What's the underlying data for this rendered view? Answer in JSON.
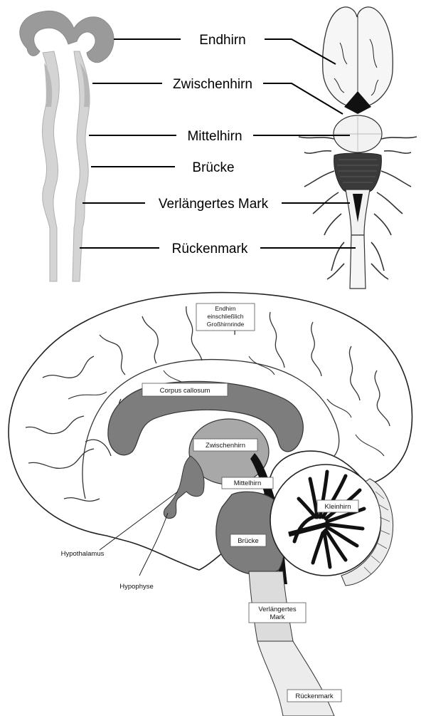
{
  "top_diagram": {
    "labels": {
      "endhirn": "Endhirn",
      "zwischenhirn": "Zwischenhirn",
      "mittelhirn": "Mittelhirn",
      "bruecke": "Brücke",
      "verlaengertes_mark": "Verlängertes Mark",
      "rueckenmark": "Rückenmark"
    }
  },
  "bottom_diagram": {
    "labels": {
      "endhirn_line1": "Endhirn",
      "endhirn_line2": "einschließlich",
      "endhirn_line3": "Großhirnrinde",
      "corpus_callosum": "Corpus callosum",
      "zwischenhirn": "Zwischenhirn",
      "mittelhirn": "Mittelhirn",
      "kleinhirn": "Kleinhirn",
      "bruecke": "Brücke",
      "hypothalamus": "Hypothalamus",
      "hypophyse": "Hypophyse",
      "verlaengertes_line1": "Verlängertes",
      "verlaengertes_line2": "Mark",
      "rueckenmark": "Rückenmark"
    }
  },
  "colors": {
    "dark_gray": "#7d7d7d",
    "mid_gray": "#a8a8a8",
    "light_gray": "#dcdcdc",
    "pale_gray": "#ececec"
  }
}
